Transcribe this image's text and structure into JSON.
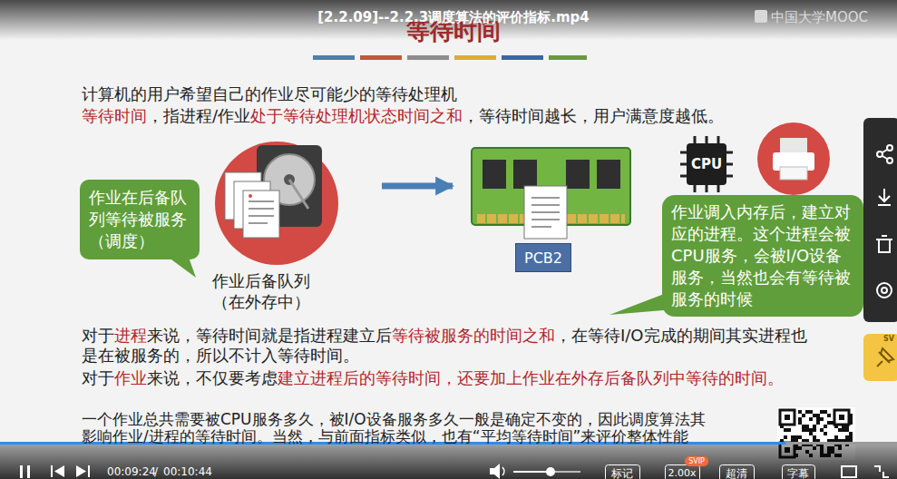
{
  "diagram": {
    "title": "等待时间",
    "nodes": [
      {
        "text": [
          "作业在后备队列等待被服务（调度）"
        ]
      },
      {
        "text": [
          "作业后备队列 （在外存中）"
        ]
      },
      {
        "text": [
          "PCB2"
        ]
      },
      {
        "text": [
          "作业调入内存后，建立对应的进程。这个进程会被CPU服务，会被I/O设备服务，当然也会有等待被服务的时候"
        ]
      }
    ],
    "edges": [
      {
        "from": 1,
        "to": 2,
        "arrow": "to"
      }
    ],
    "labels": [
      "[2.2.09]--2.2.3调度算法的评价指标.mp4",
      "中国大学MOOC",
      "计算机的用户希望自己的作业尽可能少的等待处理机",
      "等待时间",
      "，指进程/作业",
      "处于等待处理机状态时间之和",
      "，等待时间越长，用户满意度越低。",
      "CPU",
      "对于",
      "进程",
      "来说，等待时间就是指进程建立后",
      "等待被服务的时间之和",
      "，在等待I/O完成的期间其实进程也是在被服务的，所以不计入等待时间。",
      "对于",
      "作业",
      "来说，不仅要考虑",
      "建立进程后的等待时间，还要加上作业在外存后备队列中等待的时间。",
      "一个作业总共需要被CPU服务多久，被I/O设备服务多久一般是确定不变的，因此调度算法其",
      "影响作业/进程的等待时间。当然，与前面指标类似，也有“平均等待时间”来评价整体性能",
      "00:09:24",
      "/",
      "00:10:44",
      "标记",
      "2.00x",
      "SVIP",
      "超清",
      "字幕",
      "SV"
    ]
  }
}
